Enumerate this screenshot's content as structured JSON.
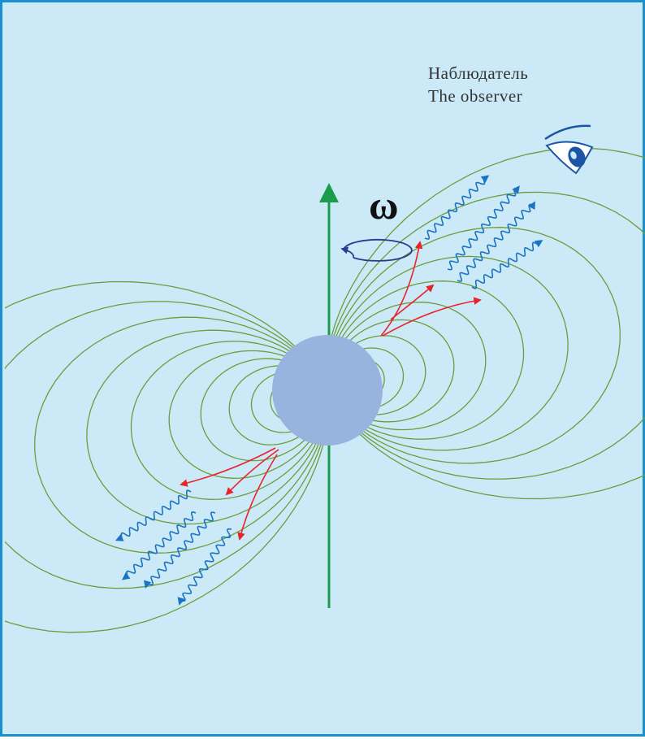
{
  "labels": {
    "observer_ru": "Наблюдатель",
    "observer_en": "The observer",
    "rotation_symbol": "ω"
  },
  "colors": {
    "background": "#cce9f7",
    "border": "#1a8fd0",
    "field_lines": "#6a9e3a",
    "rotation_axis": "#1a9c4a",
    "star": "#97b4de",
    "particles": "#e8232a",
    "radiation": "#1a74c2",
    "rotation_arrow": "#2a3a8f",
    "eye": "#1b55a5"
  },
  "icons": {
    "observer": "eye-icon",
    "rotation": "rotation-arrow-icon"
  }
}
